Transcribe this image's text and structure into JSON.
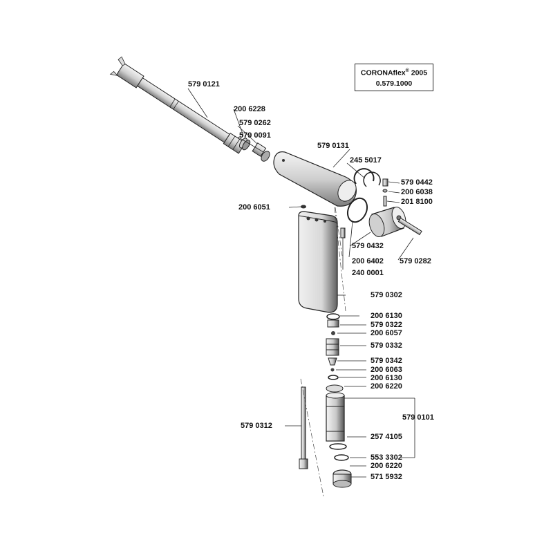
{
  "title_box": {
    "brand": "CORONAflex",
    "mark": "®",
    "year": "2005",
    "code": "0.579.1000"
  },
  "part_labels": [
    "579 0121",
    "200 6228",
    "579 0262",
    "579 0091",
    "579 0131",
    "245 5017",
    "579 0442",
    "200 6038",
    "201 8100",
    "200 6051",
    "579 0432",
    "200 6402",
    "579 0282",
    "240 0001",
    "579 0302",
    "200 6130",
    "579 0322",
    "200 6057",
    "579 0332",
    "579 0342",
    "200 6063",
    "200 6130",
    "200 6220",
    "579 0101",
    "579 0312",
    "257 4105",
    "553 3302",
    "200 6220",
    "571 5932"
  ]
}
